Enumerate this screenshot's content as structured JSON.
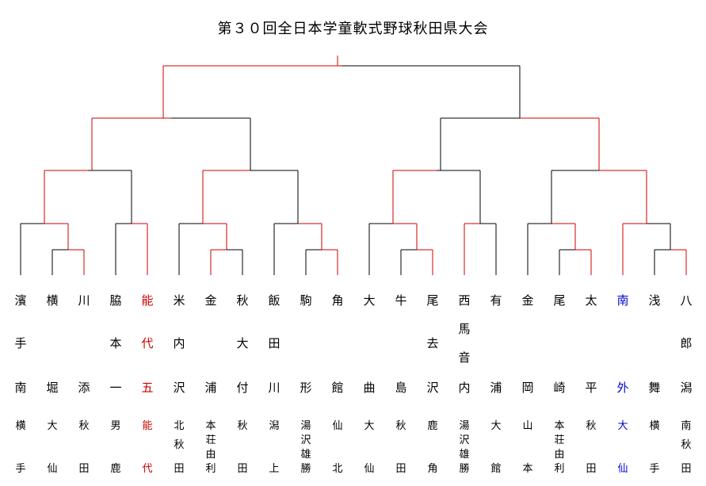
{
  "title": "第３０回全日本学童軟式野球秋田県大会",
  "colors": {
    "winner": "#cc0000",
    "line": "#000000",
    "blue": "#0000cc"
  },
  "teams": [
    {
      "school": [
        "濱",
        "手",
        "南"
      ],
      "region": [
        "横",
        "手"
      ]
    },
    {
      "school": [
        "横",
        "",
        "堀"
      ],
      "region": [
        "大",
        "仙"
      ]
    },
    {
      "school": [
        "川",
        "",
        "添"
      ],
      "region": [
        "秋",
        "田"
      ]
    },
    {
      "school": [
        "脇",
        "本",
        "一"
      ],
      "region": [
        "男",
        "鹿"
      ]
    },
    {
      "school": [
        "能",
        "代",
        "五"
      ],
      "region": [
        "能",
        "代"
      ],
      "color": "red"
    },
    {
      "school": [
        "米",
        "内",
        "沢"
      ],
      "region": [
        "北",
        "秋",
        "田"
      ]
    },
    {
      "school": [
        "金",
        "",
        "浦"
      ],
      "region": [
        "本",
        "荘",
        "由",
        "利"
      ]
    },
    {
      "school": [
        "秋",
        "大",
        "付"
      ],
      "region": [
        "秋",
        "田"
      ]
    },
    {
      "school": [
        "飯",
        "田",
        "川"
      ],
      "region": [
        "潟",
        "上"
      ]
    },
    {
      "school": [
        "駒",
        "",
        "形"
      ],
      "region": [
        "湯",
        "沢",
        "雄",
        "勝"
      ]
    },
    {
      "school": [
        "角",
        "",
        "館"
      ],
      "region": [
        "仙",
        "北"
      ]
    },
    {
      "school": [
        "大",
        "",
        "曲"
      ],
      "region": [
        "大",
        "仙"
      ]
    },
    {
      "school": [
        "牛",
        "",
        "島"
      ],
      "region": [
        "秋",
        "田"
      ]
    },
    {
      "school": [
        "尾",
        "去",
        "沢"
      ],
      "region": [
        "鹿",
        "角"
      ]
    },
    {
      "school": [
        "西",
        "馬",
        "音",
        "内"
      ],
      "region": [
        "湯",
        "沢",
        "雄",
        "勝"
      ]
    },
    {
      "school": [
        "有",
        "",
        "浦"
      ],
      "region": [
        "大",
        "館"
      ]
    },
    {
      "school": [
        "金",
        "",
        "岡"
      ],
      "region": [
        "山",
        "本"
      ]
    },
    {
      "school": [
        "尾",
        "",
        "崎"
      ],
      "region": [
        "本",
        "荘",
        "由",
        "利"
      ]
    },
    {
      "school": [
        "太",
        "",
        "平"
      ],
      "region": [
        "秋",
        "田"
      ]
    },
    {
      "school": [
        "南",
        "",
        "外"
      ],
      "region": [
        "大",
        "仙"
      ],
      "color": "blue"
    },
    {
      "school": [
        "浅",
        "",
        "舞"
      ],
      "region": [
        "横",
        "手"
      ]
    },
    {
      "school": [
        "八",
        "郎",
        "潟"
      ],
      "region": [
        "南",
        "秋",
        "田"
      ]
    }
  ]
}
